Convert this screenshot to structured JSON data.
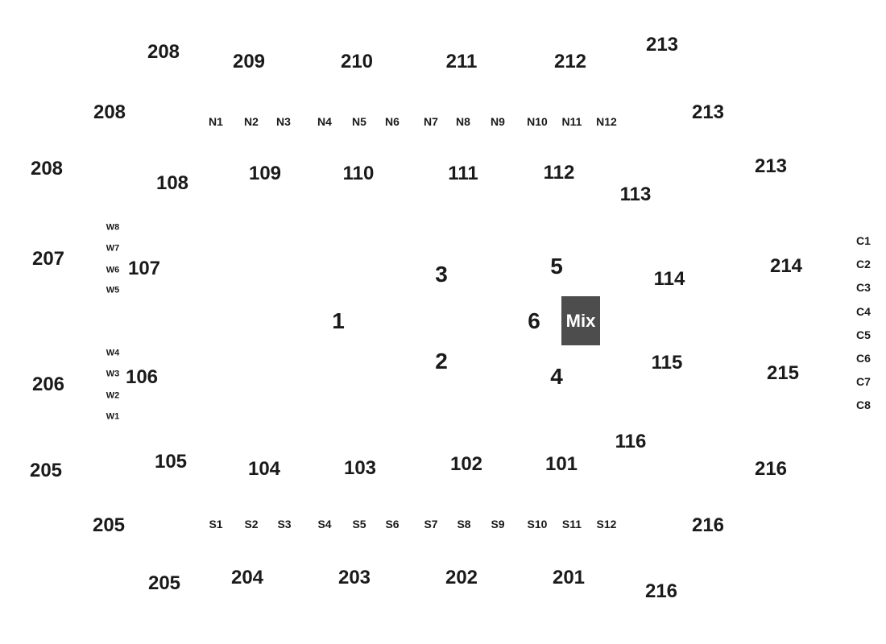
{
  "seating_map": {
    "upper_sections": [
      "208",
      "208",
      "208",
      "209",
      "210",
      "211",
      "212",
      "213",
      "213",
      "213",
      "207",
      "214",
      "206",
      "215",
      "205",
      "205",
      "205",
      "204",
      "203",
      "202",
      "201",
      "216",
      "216",
      "216"
    ],
    "lower_sections": [
      "108",
      "109",
      "110",
      "111",
      "112",
      "113",
      "107",
      "114",
      "106",
      "115",
      "105",
      "104",
      "103",
      "102",
      "101",
      "116"
    ],
    "floor_sections": [
      "1",
      "2",
      "3",
      "4",
      "5",
      "6"
    ],
    "north_boxes": [
      "N1",
      "N2",
      "N3",
      "N4",
      "N5",
      "N6",
      "N7",
      "N8",
      "N9",
      "N10",
      "N11",
      "N12"
    ],
    "south_boxes": [
      "S1",
      "S2",
      "S3",
      "S4",
      "S5",
      "S6",
      "S7",
      "S8",
      "S9",
      "S10",
      "S11",
      "S12"
    ],
    "west_boxes": [
      "W8",
      "W7",
      "W6",
      "W5",
      "W4",
      "W3",
      "W2",
      "W1"
    ],
    "east_boxes": [
      "C1",
      "C2",
      "C3",
      "C4",
      "C5",
      "C6",
      "C7",
      "C8"
    ],
    "mix_label": "Mix",
    "colors": {
      "text": "#1a1a1a",
      "mix_fill": "#4d4d4d",
      "mix_text": "#ffffff"
    }
  }
}
